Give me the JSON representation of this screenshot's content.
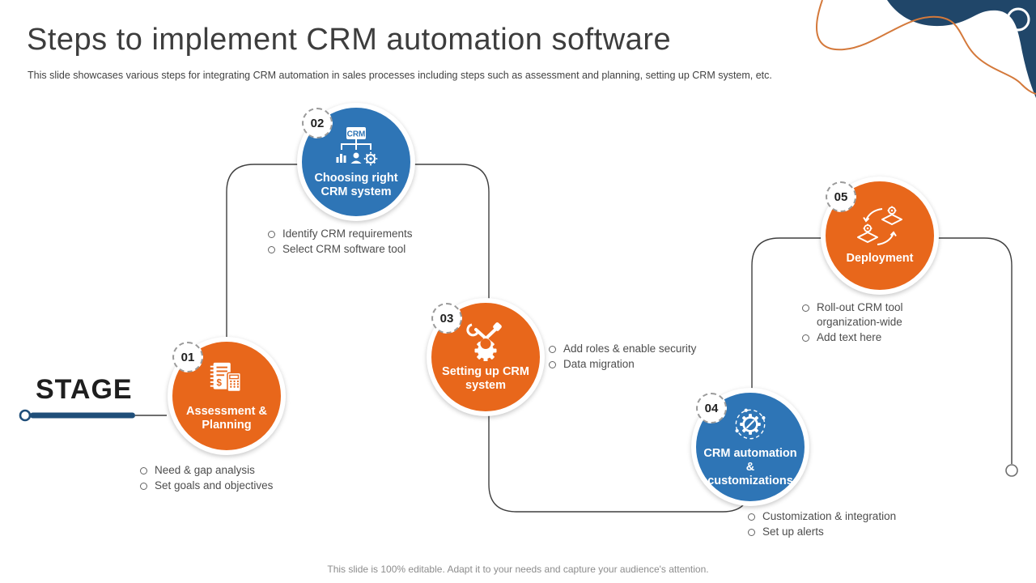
{
  "slide": {
    "title": "Steps to implement CRM automation software",
    "subtitle": "This slide showcases various steps for integrating CRM automation in sales processes including steps such as assessment and planning, setting up CRM system, etc.",
    "stage_label": "STAGE",
    "footer": "This slide is 100% editable. Adapt it to your needs and capture your audience's attention."
  },
  "colors": {
    "orange": "#E8671B",
    "blue": "#2E75B6",
    "navy_blob": "#204669",
    "stage_bar_navy": "#1F4E79",
    "connector_gray": "#3f3f3f",
    "accent_curve_orange": "#D4793B",
    "bullet_text_gray": "#4d4d4d"
  },
  "steps": [
    {
      "number": "01",
      "label": "Assessment & Planning",
      "color": "orange",
      "icon": "ledger-calculator-icon",
      "bullets": [
        "Need & gap analysis",
        "Set goals and objectives"
      ]
    },
    {
      "number": "02",
      "label": "Choosing right CRM system",
      "color": "blue",
      "icon": "crm-org-chart-icon",
      "bullets": [
        "Identify CRM requirements",
        "Select CRM software tool"
      ]
    },
    {
      "number": "03",
      "label": "Setting up CRM system",
      "color": "orange",
      "icon": "gear-tools-icon",
      "bullets": [
        "Add roles & enable security",
        "Data migration"
      ]
    },
    {
      "number": "04",
      "label": "CRM automation & customizations",
      "color": "blue",
      "icon": "automation-gear-icon",
      "bullets": [
        "Customization & integration",
        "Set up alerts"
      ]
    },
    {
      "number": "05",
      "label": "Deployment",
      "color": "orange",
      "icon": "deployment-layers-icon",
      "bullets": [
        "Roll-out CRM tool organization-wide",
        "Add text here"
      ]
    }
  ]
}
